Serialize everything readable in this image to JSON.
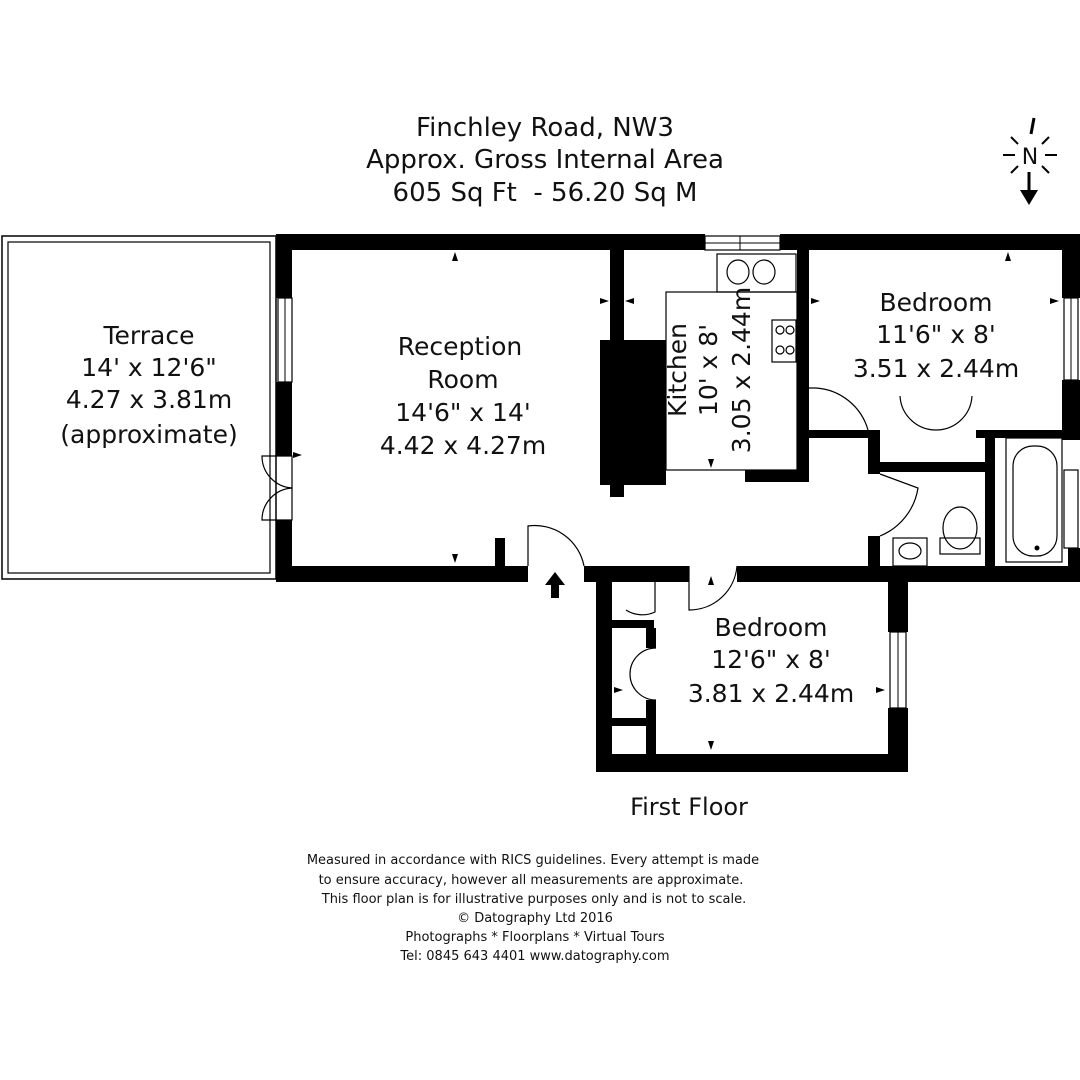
{
  "header": {
    "address": "Finchley Road, NW3",
    "area_label": "Approx. Gross Internal Area",
    "area_value": "605 Sq Ft  - 56.20 Sq M"
  },
  "compass": {
    "letter": "N"
  },
  "rooms": {
    "terrace": {
      "name": "Terrace",
      "imperial": "14' x 12'6\"",
      "metric": "4.27 x 3.81m",
      "note": "(approximate)"
    },
    "reception": {
      "name_line1": "Reception",
      "name_line2": "Room",
      "imperial": "14'6\" x 14'",
      "metric": "4.42 x 4.27m"
    },
    "kitchen": {
      "name": "Kitchen",
      "imperial": "10' x 8'",
      "metric": "3.05 x 2.44m"
    },
    "bedroom1": {
      "name": "Bedroom",
      "imperial": "11'6\" x 8'",
      "metric": "3.51 x 2.44m"
    },
    "bedroom2": {
      "name": "Bedroom",
      "imperial": "12'6\" x 8'",
      "metric": "3.81 x 2.44m"
    }
  },
  "floor_label": "First Floor",
  "footer": [
    "Measured in accordance with RICS guidelines. Every attempt is made",
    "to ensure accuracy, however all measurements are approximate.",
    "This floor plan is for illustrative purposes only and is not to scale.",
    "© Datography Ltd 2016",
    "Photographs * Floorplans * Virtual Tours",
    "Tel: 0845 643 4401 www.datography.com"
  ]
}
